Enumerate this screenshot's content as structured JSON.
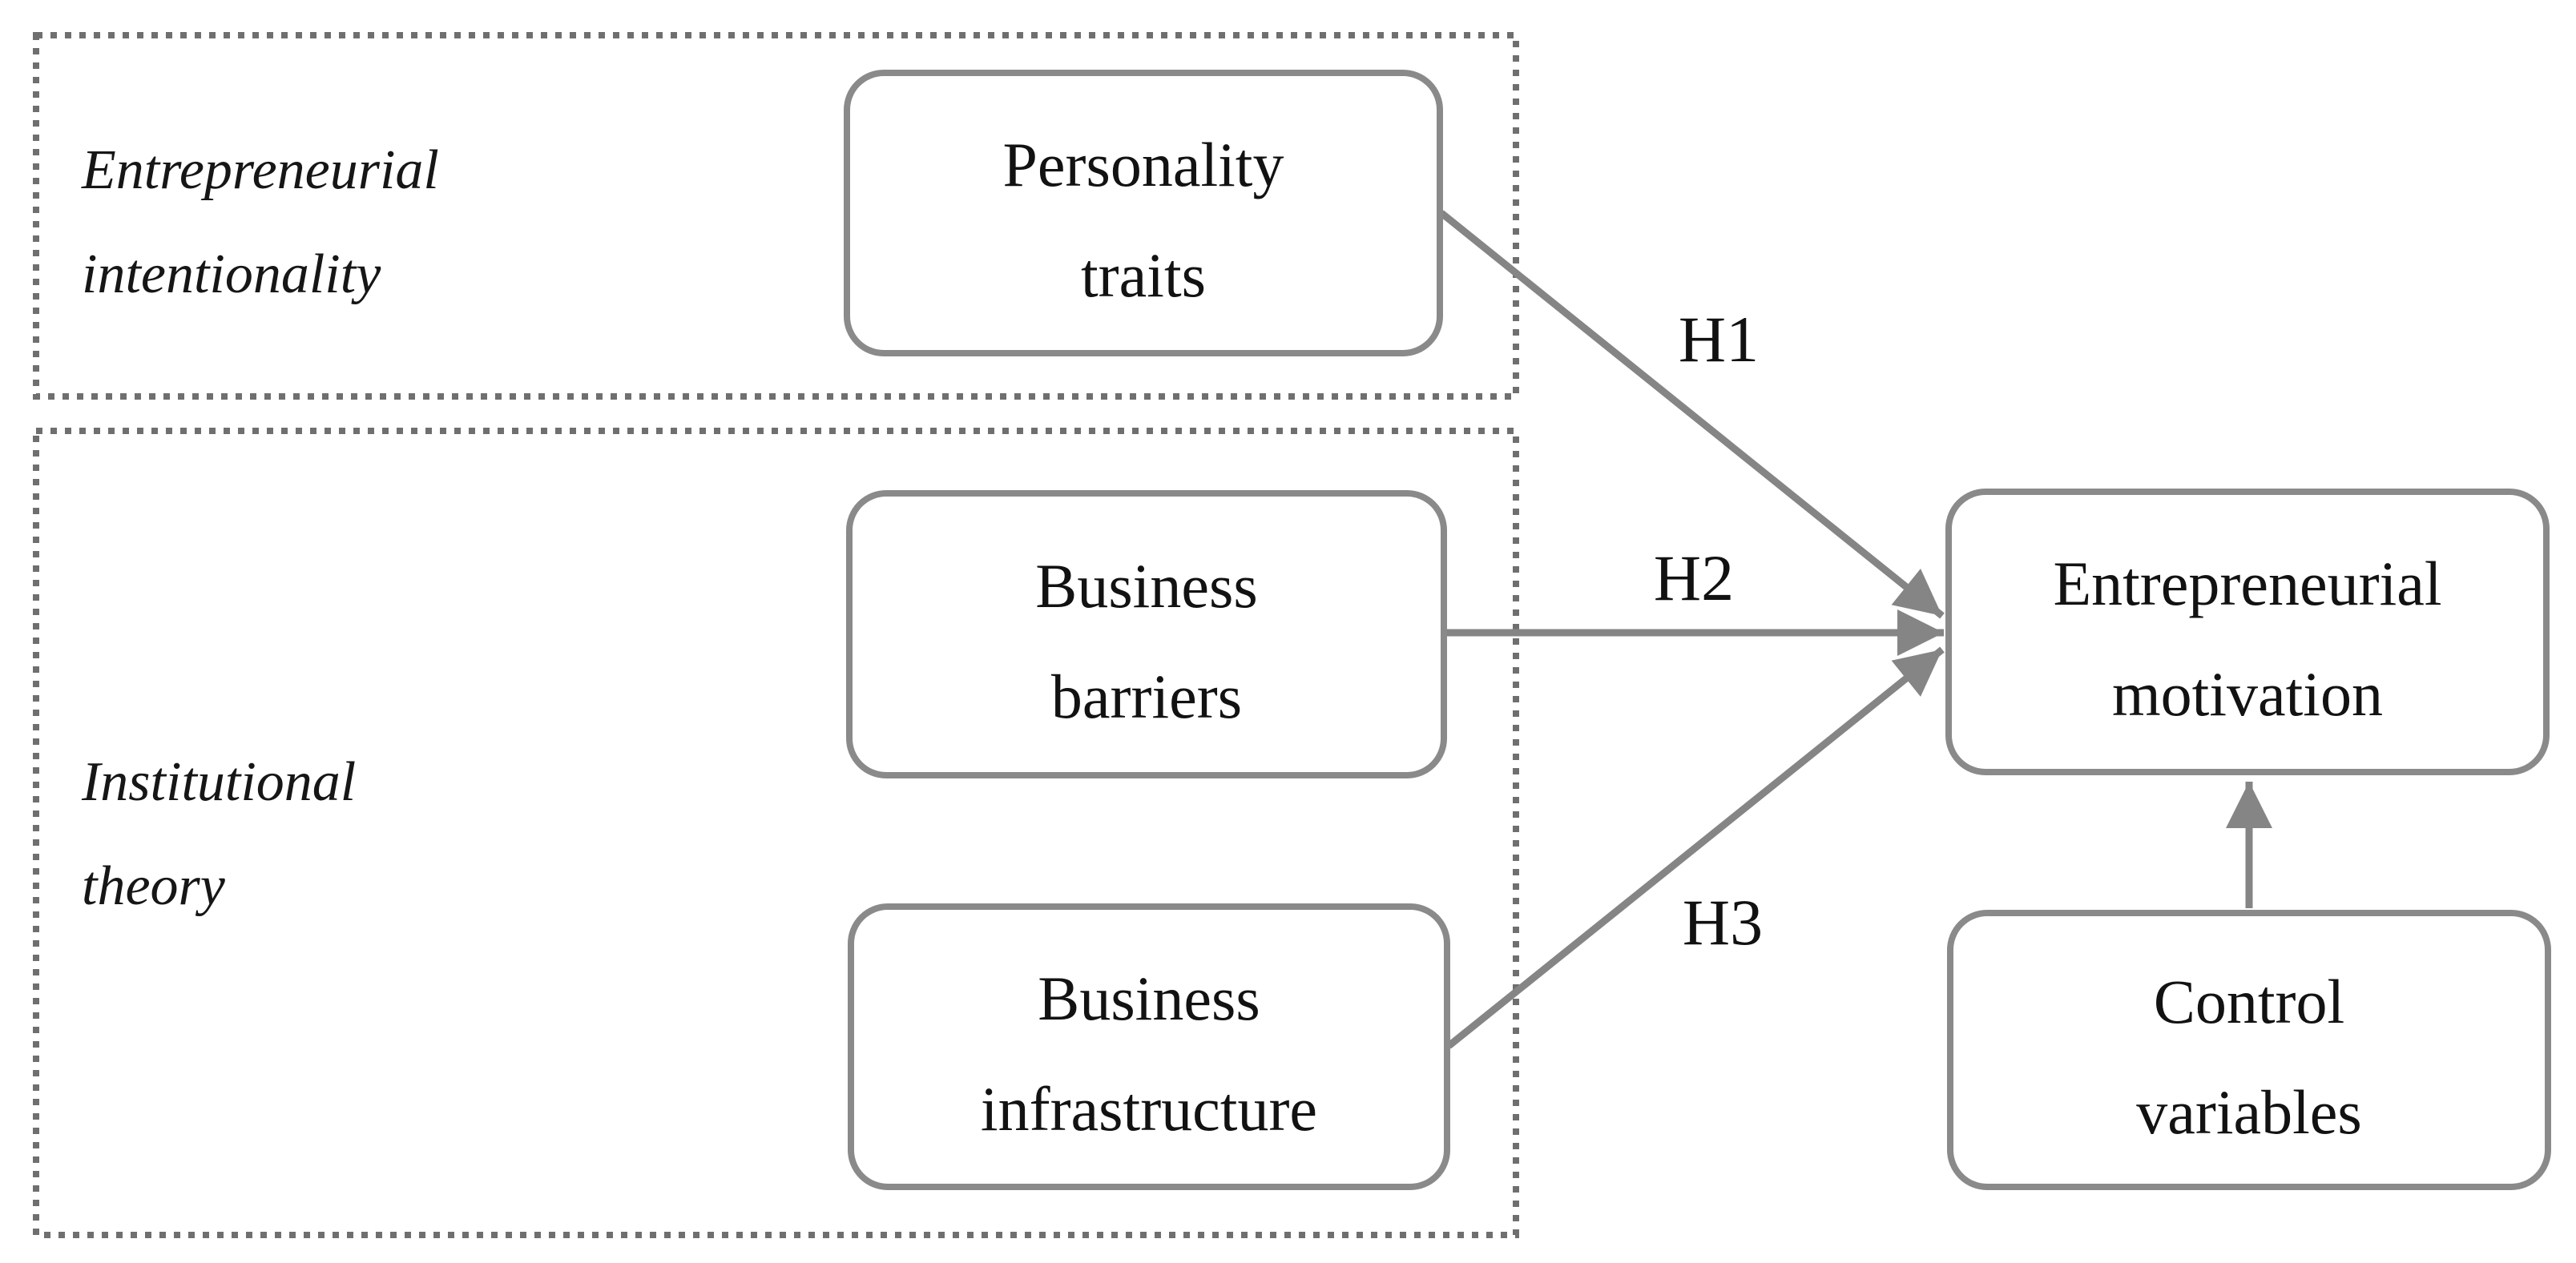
{
  "diagram": {
    "groups": [
      {
        "id": "entrepreneurial-intentionality",
        "label": "Entrepreneurial\nintentionality"
      },
      {
        "id": "institutional-theory",
        "label": "Institutional\ntheory"
      }
    ],
    "nodes": [
      {
        "id": "personality-traits",
        "label": "Personality\ntraits"
      },
      {
        "id": "business-barriers",
        "label": "Business\nbarriers"
      },
      {
        "id": "business-infrastructure",
        "label": "Business\ninfrastructure"
      },
      {
        "id": "entrepreneurial-motivation",
        "label": "Entrepreneurial\nmotivation"
      },
      {
        "id": "control-variables",
        "label": "Control\nvariables"
      }
    ],
    "edges": [
      {
        "id": "h1",
        "label": "H1",
        "from": "personality-traits",
        "to": "entrepreneurial-motivation"
      },
      {
        "id": "h2",
        "label": "H2",
        "from": "business-barriers",
        "to": "entrepreneurial-motivation"
      },
      {
        "id": "h3",
        "label": "H3",
        "from": "business-infrastructure",
        "to": "entrepreneurial-motivation"
      },
      {
        "id": "control-arrow",
        "label": "",
        "from": "control-variables",
        "to": "entrepreneurial-motivation"
      }
    ],
    "colors": {
      "node_border": "#8a8a8a",
      "arrow": "#858585",
      "dotted_border": "#6f6f6f",
      "text": "#121212",
      "background": "#ffffff"
    }
  }
}
